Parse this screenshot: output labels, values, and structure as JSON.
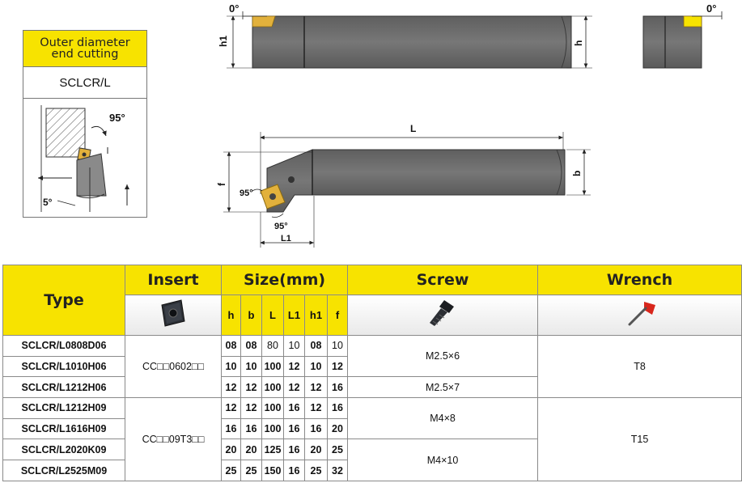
{
  "operation": {
    "title_line1": "Outer diameter",
    "title_line2": "end cutting",
    "code": "SCLCR/L",
    "angle_main": "95°",
    "angle_small": "5°"
  },
  "drawing": {
    "side_angle": "0°",
    "end_angle": "0°",
    "h1": "h1",
    "h": "h",
    "L": "L",
    "b": "b",
    "f": "f",
    "angle_a": "95°",
    "angle_b": "95°",
    "L1": "L1"
  },
  "table": {
    "headers": {
      "type": "Type",
      "insert": "Insert",
      "size": "Size(mm)",
      "screw": "Screw",
      "wrench": "Wrench"
    },
    "size_columns": [
      "h",
      "b",
      "L",
      "L1",
      "h1",
      "f"
    ],
    "rows": [
      {
        "type_prefix": "SCLCR/L",
        "type_code": "0808D06",
        "h": "08",
        "b": "08",
        "L": "80",
        "L1": "10",
        "h1": "08",
        "f": "10"
      },
      {
        "type_prefix": "SCLCR/L",
        "type_code": "1010H06",
        "h": "10",
        "b": "10",
        "L": "100",
        "L1": "12",
        "h1": "10",
        "f": "12"
      },
      {
        "type_prefix": "SCLCR/L",
        "type_code": "1212H06",
        "h": "12",
        "b": "12",
        "L": "100",
        "L1": "12",
        "h1": "12",
        "f": "16"
      },
      {
        "type_prefix": "SCLCR/L",
        "type_code": "1212H09",
        "h": "12",
        "b": "12",
        "L": "100",
        "L1": "16",
        "h1": "12",
        "f": "16"
      },
      {
        "type_prefix": "SCLCR/L",
        "type_code": "1616H09",
        "h": "16",
        "b": "16",
        "L": "100",
        "L1": "16",
        "h1": "16",
        "f": "20"
      },
      {
        "type_prefix": "SCLCR/L",
        "type_code": "2020K09",
        "h": "20",
        "b": "20",
        "L": "125",
        "L1": "16",
        "h1": "20",
        "f": "25"
      },
      {
        "type_prefix": "SCLCR/L",
        "type_code": "2525M09",
        "h": "25",
        "b": "25",
        "L": "150",
        "L1": "16",
        "h1": "25",
        "f": "32"
      }
    ],
    "inserts": [
      "CC□□0602□□",
      "CC□□09T3□□"
    ],
    "screws": [
      "M2.5×6",
      "M2.5×7",
      "M4×8",
      "M4×10"
    ],
    "wrenches": [
      "T8",
      "T15"
    ]
  },
  "colors": {
    "accent_yellow": "#f7e300",
    "tool_body": "#6b6b6b",
    "insert_gold": "#e2b13c"
  }
}
